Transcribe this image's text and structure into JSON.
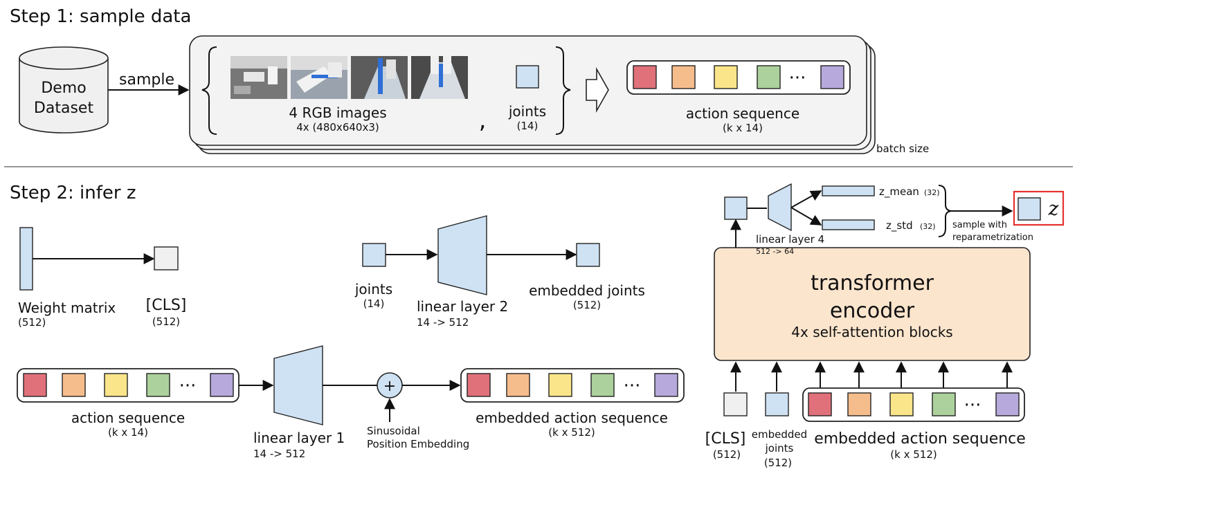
{
  "step1": {
    "title": "Step 1: sample data",
    "dataset_label_1": "Demo",
    "dataset_label_2": "Dataset",
    "sample_label": "sample",
    "images_label": "4 RGB images",
    "images_sub": "4x (480x640x3)",
    "comma": ",",
    "joints_label": "joints",
    "joints_sub": "(14)",
    "action_seq_label": "action sequence",
    "action_seq_sub": "(k x 14)",
    "batch_label": "batch size",
    "ellipsis": "···"
  },
  "step2": {
    "title": "Step 2: infer z",
    "weight_label": "Weight matrix",
    "weight_sub": "(512)",
    "cls_label": "[CLS]",
    "cls_sub": "(512)",
    "joints_label": "joints",
    "joints_sub": "(14)",
    "linear2_label": "linear layer 2",
    "linear2_sub": "14 -> 512",
    "emb_joints_label": "embedded joints",
    "emb_joints_sub": "(512)",
    "action_seq_label": "action sequence",
    "action_seq_sub": "(k x 14)",
    "linear1_label": "linear layer 1",
    "linear1_sub": "14 -> 512",
    "plus": "+",
    "pos_emb_1": "Sinusoidal",
    "pos_emb_2": "Position Embedding",
    "emb_action_label": "embedded action sequence",
    "emb_action_sub": "(k x 512)",
    "encoder_1": "transformer",
    "encoder_2": "encoder",
    "encoder_sub": "4x self-attention blocks",
    "linear4_label": "linear layer 4",
    "linear4_sub": "512 -> 64",
    "z_mean_label": "z_mean",
    "z_mean_sub": "(32)",
    "z_std_label": "z_std",
    "z_std_sub": "(32)",
    "sample_label_1": "sample with",
    "sample_label_2": "reparametrization",
    "z_symbol": "z",
    "bottom_cls_label": "[CLS]",
    "bottom_cls_sub": "(512)",
    "bottom_joints_1": "embedded",
    "bottom_joints_2": "joints",
    "bottom_joints_sub": "(512)",
    "bottom_action_label": "embedded action sequence",
    "bottom_action_sub": "(k x 512)",
    "ellipsis": "···"
  },
  "colors": {
    "red": "#e0707a",
    "orange": "#f6bd8c",
    "yellow": "#fae58a",
    "green": "#acd19c",
    "purple": "#b7a9dc",
    "blue": "#cfe2f3",
    "gray": "#f0f0f0",
    "encoder": "#fce5cd",
    "highlight": "#e53030"
  }
}
